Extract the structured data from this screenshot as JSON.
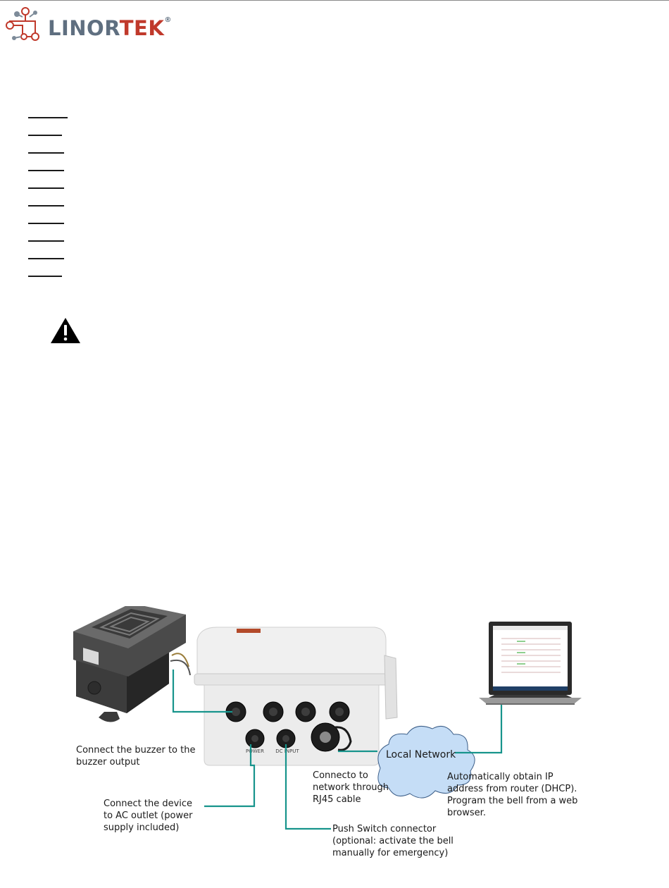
{
  "logo": {
    "text_main": "LINOR",
    "text_accent": "TEK",
    "registered": "®"
  },
  "toc": {
    "rule_count": 10
  },
  "warning": {
    "icon": "warning-triangle-icon"
  },
  "diagram": {
    "labels": {
      "buzzer": [
        "Connect the buzzer to the",
        "buzzer output"
      ],
      "power": [
        "Connect the device",
        "to AC outlet (power",
        "supply included)"
      ],
      "network_port": [
        "Connecto to",
        "network through",
        "RJ45 cable"
      ],
      "push_switch": [
        "Push Switch connector",
        "(optional: activate the bell",
        "manually for emergency)"
      ],
      "dhcp": [
        "Automatically obtain IP",
        "address from router (DHCP).",
        "Program the bell from a web",
        "browser."
      ],
      "cloud": "Local Network",
      "port_power": "POWER",
      "port_dc": "DC INPUT"
    },
    "colors": {
      "connector": "#17948c",
      "cloud": "#c5ddf6",
      "cloud_stroke": "#3c5e88"
    }
  }
}
